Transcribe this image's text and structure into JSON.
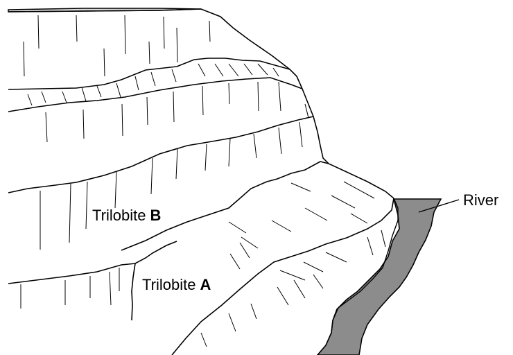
{
  "labels": {
    "trilobite_b": {
      "prefix": "Trilobite ",
      "letter": "B"
    },
    "trilobite_a": {
      "prefix": "Trilobite ",
      "letter": "A"
    },
    "river": "River"
  },
  "colors": {
    "line": "#000000",
    "river_fill": "#8c8c8c",
    "sky_cap": "#d9d9d9",
    "rock": "#ffffff"
  }
}
